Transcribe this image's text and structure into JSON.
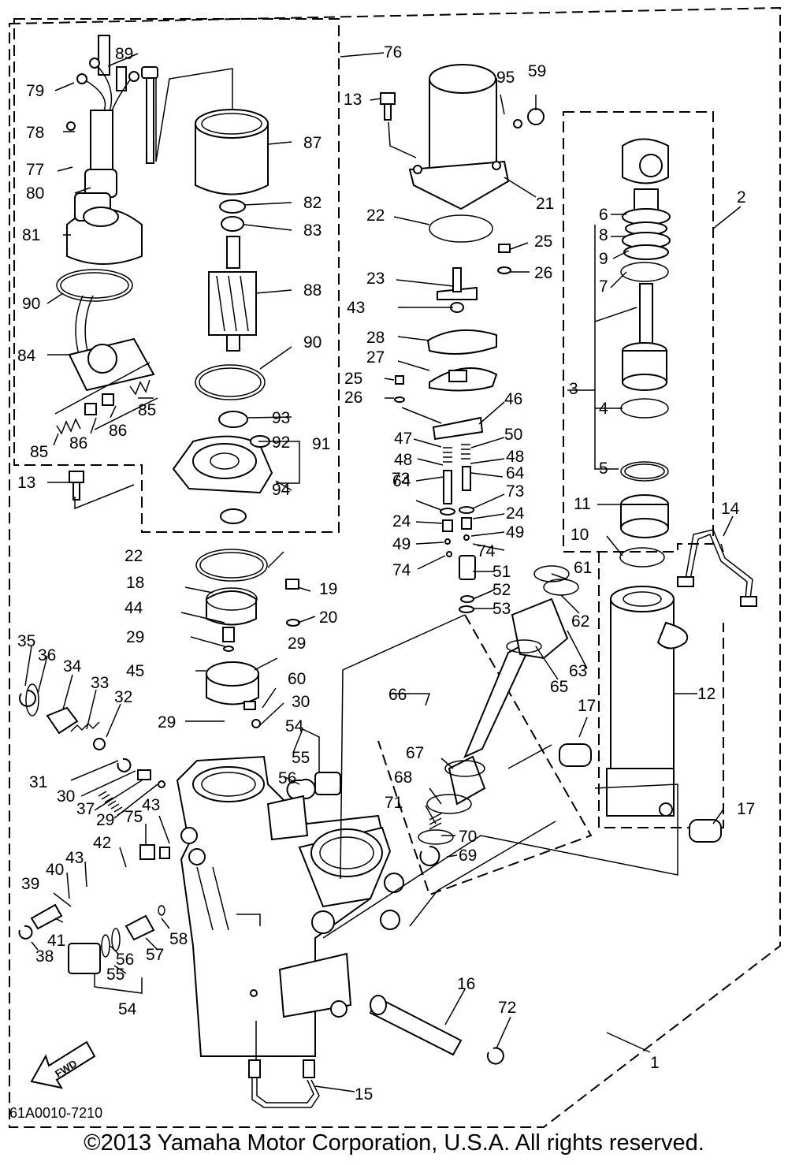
{
  "drawing_code": "61A0010-7210",
  "copyright": "©2013 Yamaha Motor Corporation, U.S.A. All rights reserved.",
  "fwd_label": "FWD",
  "callouts": [
    "1",
    "2",
    "3",
    "4",
    "5",
    "6",
    "7",
    "8",
    "9",
    "10",
    "11",
    "12",
    "13",
    "13",
    "14",
    "15",
    "16",
    "17",
    "17",
    "18",
    "19",
    "20",
    "21",
    "22",
    "22",
    "23",
    "24",
    "24",
    "25",
    "25",
    "26",
    "26",
    "27",
    "28",
    "29",
    "29",
    "29",
    "29",
    "30",
    "30",
    "31",
    "32",
    "33",
    "34",
    "35",
    "36",
    "37",
    "38",
    "39",
    "40",
    "41",
    "42",
    "43",
    "43",
    "43",
    "44",
    "45",
    "46",
    "47",
    "48",
    "48",
    "49",
    "49",
    "50",
    "51",
    "52",
    "53",
    "54",
    "54",
    "55",
    "55",
    "56",
    "56",
    "57",
    "58",
    "59",
    "60",
    "61",
    "62",
    "63",
    "64",
    "64",
    "65",
    "66",
    "67",
    "68",
    "69",
    "70",
    "71",
    "72",
    "73",
    "73",
    "74",
    "74",
    "75",
    "76",
    "77",
    "78",
    "79",
    "80",
    "81",
    "82",
    "83",
    "84",
    "85",
    "85",
    "86",
    "86",
    "87",
    "88",
    "89",
    "90",
    "90",
    "91",
    "92",
    "93",
    "94",
    "95"
  ]
}
